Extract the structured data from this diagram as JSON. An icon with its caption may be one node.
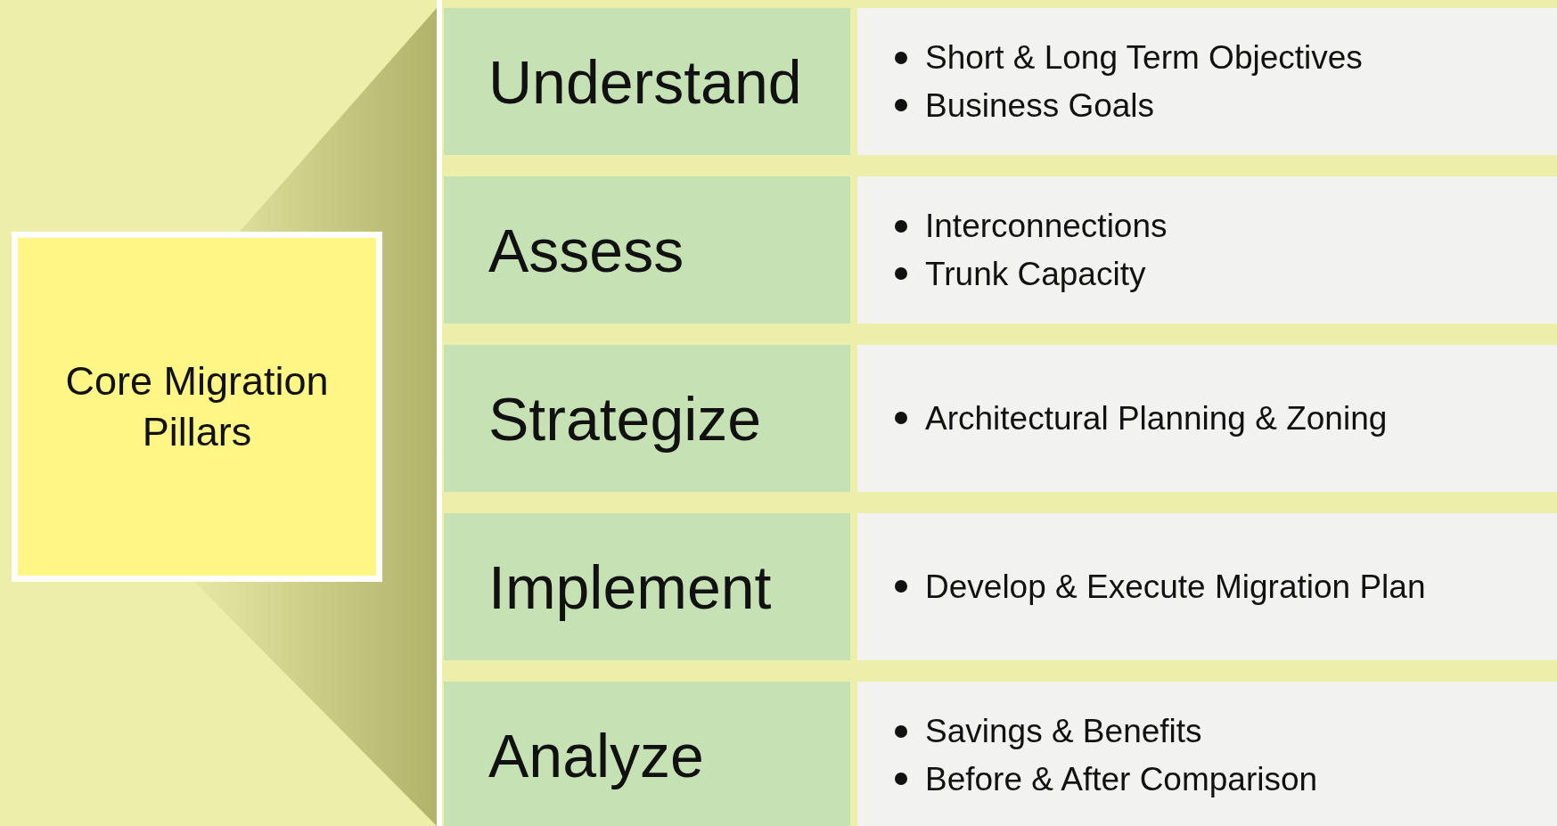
{
  "diagram": {
    "nodes": [
      {
        "text": [
          "Core Migration Pillars"
        ]
      },
      {
        "text": [
          "Understand"
        ]
      },
      {
        "text": [
          "Short & Long Term Objectives",
          "Business Goals"
        ]
      },
      {
        "text": [
          "Assess"
        ]
      },
      {
        "text": [
          "Interconnections",
          "Trunk Capacity"
        ]
      },
      {
        "text": [
          "Strategize"
        ]
      },
      {
        "text": [
          "Architectural Planning & Zoning"
        ]
      },
      {
        "text": [
          "Implement"
        ]
      },
      {
        "text": [
          "Develop & Execute Migration Plan"
        ]
      },
      {
        "text": [
          "Analyze"
        ]
      },
      {
        "text": [
          "Savings & Benefits",
          "Before & After Comparison"
        ]
      }
    ]
  }
}
